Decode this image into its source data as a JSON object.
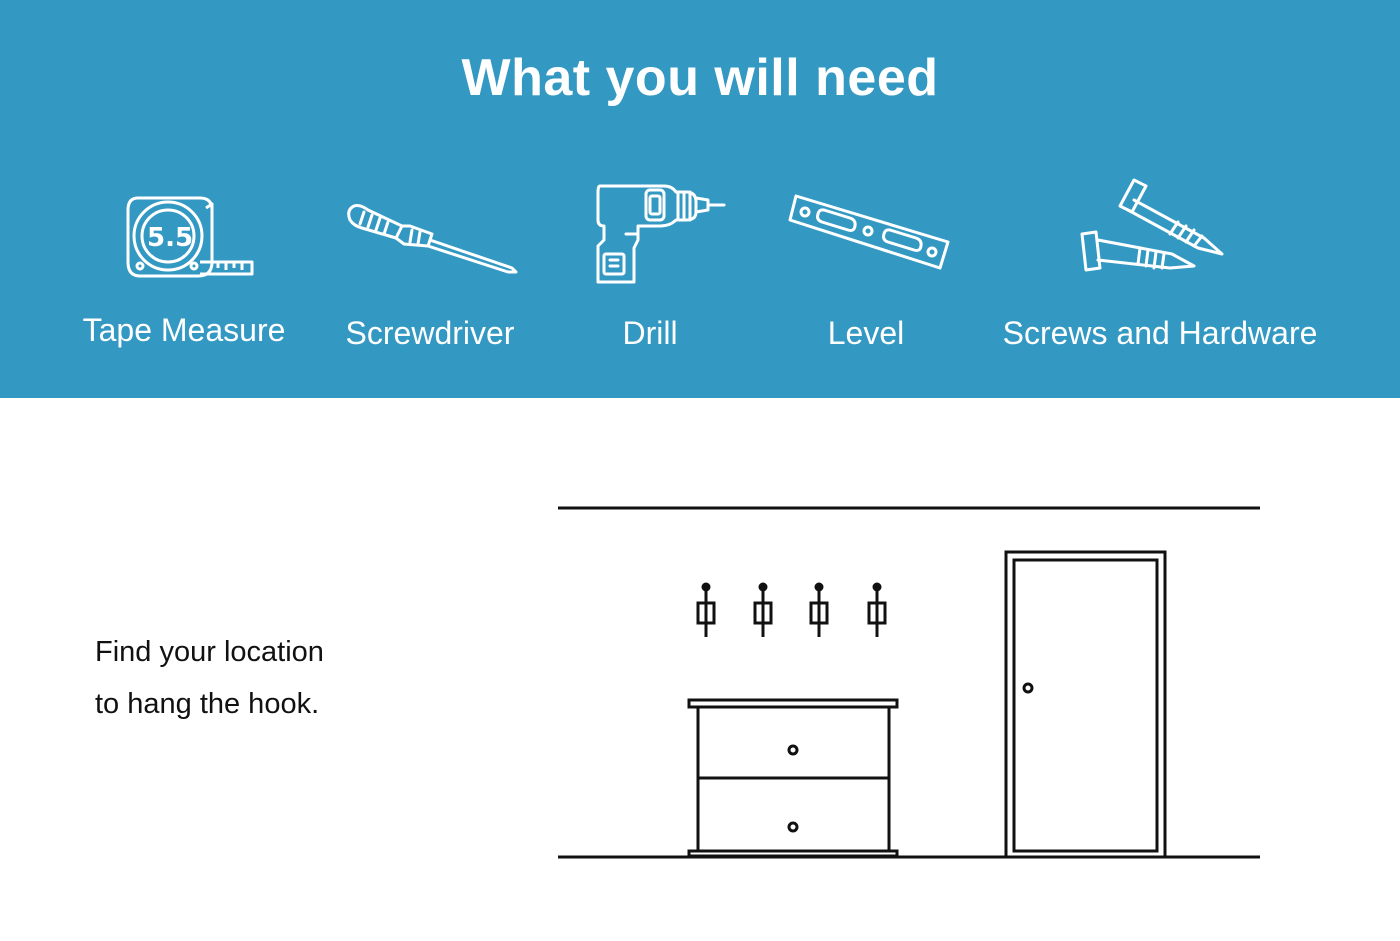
{
  "banner": {
    "title": "What you will need",
    "background_color": "#3399c3",
    "tools": [
      {
        "label": "Tape Measure",
        "icon": "tape-measure-icon",
        "icon_text": "5.5"
      },
      {
        "label": "Screwdriver",
        "icon": "screwdriver-icon"
      },
      {
        "label": "Drill",
        "icon": "drill-icon"
      },
      {
        "label": "Level",
        "icon": "level-icon"
      },
      {
        "label": "Screws and Hardware",
        "icon": "screws-icon"
      }
    ]
  },
  "step": {
    "line1": "Find your location",
    "line2": "to hang the hook."
  },
  "illustration": {
    "icons": [
      "wall-hook-icon",
      "dresser-icon",
      "door-icon"
    ],
    "hook_count": 4
  }
}
